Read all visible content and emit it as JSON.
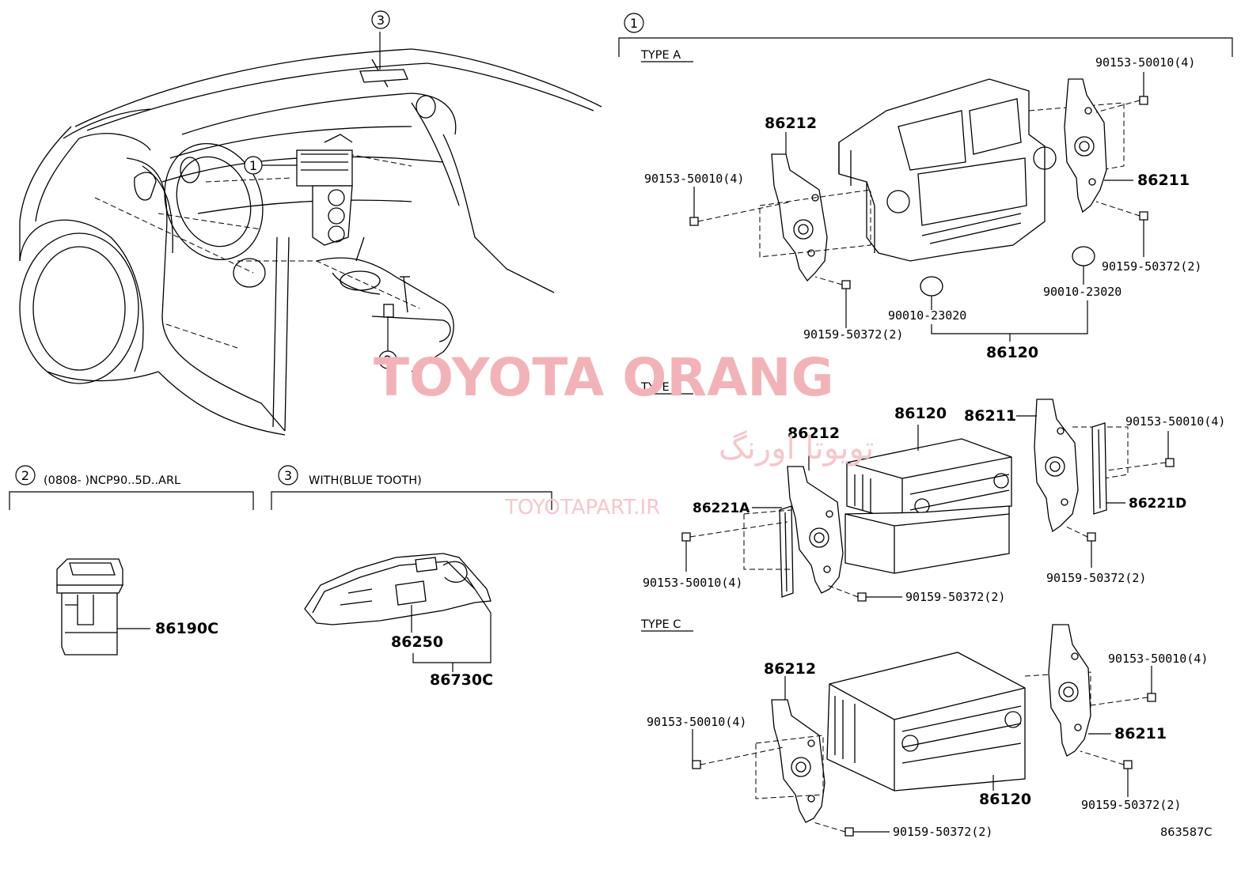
{
  "callouts": {
    "c1": "1",
    "c2": "2",
    "c3": "3"
  },
  "section_a": {
    "type": "TYPE A",
    "p_86212": "86212",
    "p_90153_left": "90153-50010(4)",
    "p_90153_right": "90153-50010(4)",
    "p_86211": "86211",
    "p_90159_right": "90159-50372(2)",
    "p_90010_right": "90010-23020",
    "p_90010_left": "90010-23020",
    "p_90159_left": "90159-50372(2)",
    "p_86120": "86120"
  },
  "section_b": {
    "type": "TYPE B",
    "p_86120": "86120",
    "p_86211": "86211",
    "p_86212": "86212",
    "p_90153_right": "90153-50010(4)",
    "p_86221A": "86221A",
    "p_86221D": "86221D",
    "p_90153_left": "90153-50010(4)",
    "p_90159_right": "90159-50372(2)",
    "p_90159_bottom": "90159-50372(2)"
  },
  "section_c": {
    "type": "TYPE C",
    "p_86212": "86212",
    "p_90153_right": "90153-50010(4)",
    "p_90153_left": "90153-50010(4)",
    "p_86211": "86211",
    "p_90159_right": "90159-50372(2)",
    "p_86120": "86120",
    "p_90159_bottom": "90159-50372(2)"
  },
  "box2": {
    "header": "(0808-      )NCP90..5D..ARL",
    "p_86190C": "86190C"
  },
  "box3": {
    "header": "WITH(BLUE TOOTH)",
    "p_86250": "86250",
    "p_86730C": "86730C"
  },
  "diagram_code": "863587C",
  "watermark": {
    "line1": "TOYOTA ORANG",
    "line2": "تویوتا اورنگ",
    "line3": "TOYOTAPART.IR"
  }
}
